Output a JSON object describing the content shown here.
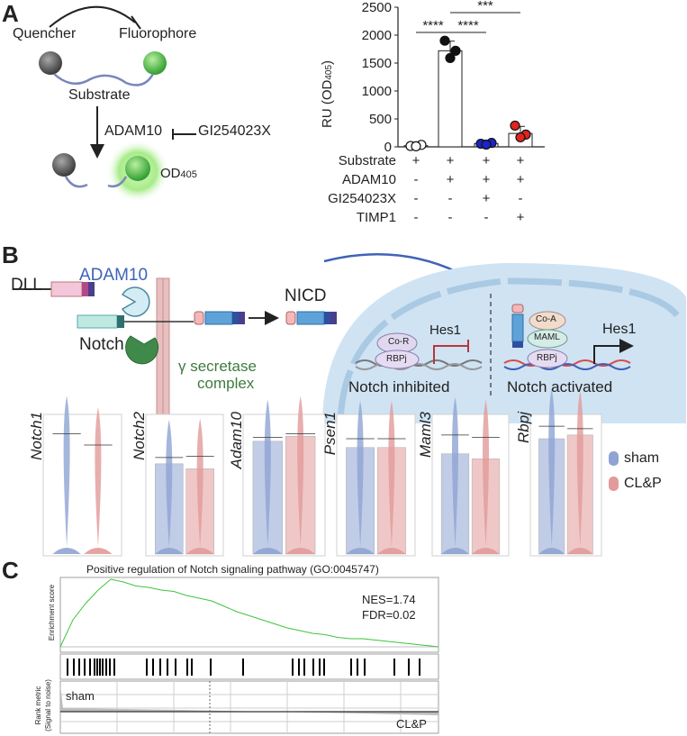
{
  "panel_a": {
    "letter": "A",
    "quencher_label": "Quencher",
    "fluorophore_label": "Fluorophore",
    "substrate_label": "Substrate",
    "adam10_label": "ADAM10",
    "inhibitor_label": "GI254023X",
    "od_label": "OD",
    "od_sub": "405",
    "chart": {
      "ylabel": "RU (OD",
      "ylabel_sub": "405",
      "ylabel_close": ")",
      "yticks": [
        "0",
        "500",
        "1000",
        "1500",
        "2000",
        "2500"
      ],
      "sig_1_2": "****",
      "sig_2_3": "****",
      "sig_2_4": "***",
      "rows": [
        {
          "label": "Substrate",
          "values": [
            "+",
            "+",
            "+",
            "+"
          ]
        },
        {
          "label": "ADAM10",
          "values": [
            "-",
            "+",
            "+",
            "+"
          ]
        },
        {
          "label": "GI254023X",
          "values": [
            "-",
            "-",
            "+",
            "-"
          ]
        },
        {
          "label": "TIMP1",
          "values": [
            "-",
            "-",
            "-",
            "+"
          ]
        }
      ]
    }
  },
  "panel_b": {
    "letter": "B",
    "dll_label": "DLL",
    "adam10_label": "ADAM10",
    "notch_label": "Notch",
    "gamma_label_1": "γ secretase",
    "gamma_label_2": "complex",
    "nicd_label": "NICD",
    "hes1_left": "Hes1",
    "hes1_right": "Hes1",
    "cor_label": "Co-R",
    "rbpj_left": "RBPj",
    "rbpj_right": "RBPj",
    "coa_label": "Co-A",
    "maml_label": "MAML",
    "inhibited_label": "Notch inhibited",
    "activated_label": "Notch activated",
    "genes": [
      "Notch1",
      "Notch2",
      "Adam10",
      "Psen1",
      "Maml3",
      "Rbpj"
    ],
    "legend": [
      {
        "name": "sham",
        "color": "#8fa4d4"
      },
      {
        "name": "CL&P",
        "color": "#e29a9a"
      }
    ]
  },
  "panel_c": {
    "letter": "C",
    "title": "Positive regulation of Notch signaling pathway (GO:0045747)",
    "y_label": "Enrichment score",
    "nes": "NES=1.74",
    "fdr": "FDR=0.02",
    "rank_label_1": "Rank metric",
    "rank_label_2": "(Signal to noise)",
    "sham_label": "sham",
    "clp_label": "CL&P"
  },
  "chart_data": [
    {
      "type": "bar",
      "title": "",
      "ylabel": "RU (OD405)",
      "categories": [
        "Substrate",
        "Substrate + ADAM10",
        "Substrate + ADAM10 + GI254023X",
        "Substrate + ADAM10 + TIMP1"
      ],
      "values": [
        20,
        1720,
        60,
        240
      ],
      "points": [
        [
          15,
          35,
          10
        ],
        [
          1900,
          1720,
          1590
        ],
        [
          55,
          70,
          40
        ],
        [
          380,
          220,
          170
        ]
      ],
      "point_colors": [
        "#ffffff",
        "#111111",
        "#1d22c9",
        "#e0241e"
      ],
      "ylim": [
        0,
        2500
      ],
      "significance": [
        {
          "pair": [
            1,
            2
          ],
          "label": "****"
        },
        {
          "pair": [
            2,
            3
          ],
          "label": "****"
        },
        {
          "pair": [
            2,
            4
          ],
          "label": "***"
        }
      ]
    },
    {
      "type": "bar",
      "title": "",
      "series_names": [
        "sham",
        "CL&P"
      ],
      "categories": [
        "Notch1",
        "Notch2",
        "Adam10",
        "Psen1",
        "Maml3",
        "Rbpj"
      ],
      "series": [
        {
          "name": "sham",
          "values": [
            0.0,
            0.72,
            0.9,
            0.85,
            0.8,
            0.92
          ]
        },
        {
          "name": "CL&P",
          "values": [
            0.0,
            0.68,
            0.94,
            0.85,
            0.76,
            0.95
          ]
        }
      ],
      "medians": [
        [
          0.96,
          0.87
        ],
        [
          0.77,
          0.78
        ],
        [
          0.93,
          0.96
        ],
        [
          0.92,
          0.92
        ],
        [
          0.95,
          0.93
        ],
        [
          1.02,
          1.0
        ]
      ],
      "ylim": [
        0,
        1.1
      ]
    },
    {
      "type": "line",
      "title": "Positive regulation of Notch signaling pathway (GO:0045747)",
      "ylabel": "Enrichment score",
      "x": [
        0,
        1,
        2,
        3,
        4,
        5,
        6,
        7,
        8,
        9,
        10,
        11,
        12,
        13,
        14,
        15,
        16,
        17,
        18,
        19,
        20,
        21,
        22,
        23,
        24,
        25,
        26,
        27,
        28,
        29,
        30
      ],
      "y": [
        0.0,
        0.2,
        0.32,
        0.42,
        0.5,
        0.48,
        0.45,
        0.44,
        0.42,
        0.41,
        0.38,
        0.36,
        0.34,
        0.3,
        0.26,
        0.23,
        0.2,
        0.17,
        0.14,
        0.12,
        0.1,
        0.09,
        0.07,
        0.06,
        0.06,
        0.05,
        0.04,
        0.03,
        0.02,
        0.01,
        0.0
      ],
      "hit_positions": [
        1,
        2,
        3,
        4,
        5,
        6,
        7,
        8,
        9,
        10,
        11,
        12,
        13,
        14,
        15,
        16,
        17,
        18,
        19,
        20,
        21,
        22,
        23,
        24,
        25,
        26,
        27,
        28,
        29,
        30,
        31,
        32,
        33
      ]
    }
  ]
}
